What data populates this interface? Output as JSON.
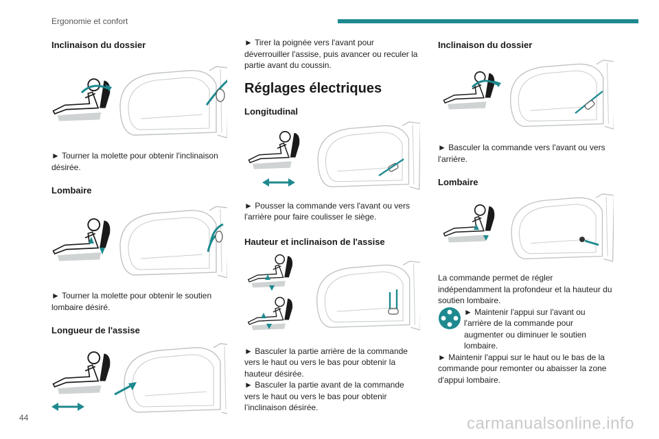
{
  "header": {
    "section": "Ergonomie et confort"
  },
  "footer": {
    "page_number": "44",
    "watermark": "carmanualsonline.info"
  },
  "col1": {
    "h_incl": "Inclinaison du dossier",
    "p_incl": "► Tourner la molette pour obtenir l'inclinaison désirée.",
    "h_lomb": "Lombaire",
    "p_lomb": "► Tourner la molette pour obtenir le soutien lombaire désiré.",
    "h_long": "Longueur de l'assise"
  },
  "col2": {
    "p_tirer": "► Tirer la poignée vers l'avant pour déverrouiller l'assise, puis avancer ou reculer la partie avant du coussin.",
    "h_elec": "Réglages électriques",
    "h_longi": "Longitudinal",
    "p_longi": "► Pousser la commande vers l'avant ou vers l'arrière pour faire coulisser le siège.",
    "h_haut": "Hauteur et inclinaison de l'assise",
    "p_haut1": "► Basculer la partie arrière de la commande vers le haut ou vers le bas pour obtenir la hauteur désirée.",
    "p_haut2": "► Basculer la partie avant de la commande vers le haut ou vers le bas pour obtenir l’inclinaison désirée."
  },
  "col3": {
    "h_incl": "Inclinaison du dossier",
    "p_incl": "► Basculer la commande vers l'avant ou vers l'arrière.",
    "h_lomb": "Lombaire",
    "p_lomb_intro": "La commande permet de régler indépendamment la profondeur et la hauteur du soutien lombaire.",
    "p_lomb_1": "► Maintenir l'appui sur l'avant ou l'arrière de la commande pour augmenter ou diminuer le soutien lombaire.",
    "p_lomb_2": "► Maintenir l'appui sur le haut ou le bas de la commande pour remonter ou abaisser la zone d'appui lombaire."
  },
  "colors": {
    "accent": "#1e8a8f",
    "line": "#bfc3c4",
    "person": "#1a1a1a"
  }
}
